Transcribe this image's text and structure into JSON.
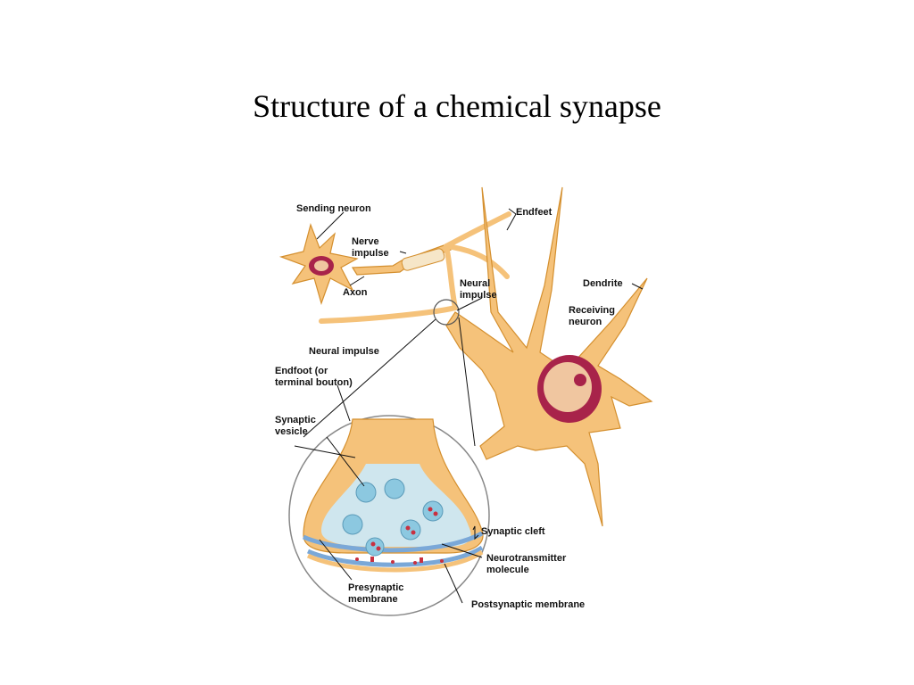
{
  "slide": {
    "title": "Structure of a chemical synapse"
  },
  "labels": {
    "sending_neuron": "Sending neuron",
    "nerve_impulse": [
      "Nerve",
      "impulse"
    ],
    "axon": "Axon",
    "neural_impulse_top": [
      "Neural",
      "impulse"
    ],
    "endfeet": "Endfeet",
    "dendrite": "Dendrite",
    "receiving_neuron": [
      "Receiving",
      "neuron"
    ],
    "neural_impulse_left": "Neural impulse",
    "endfoot": [
      "Endfoot (or",
      "terminal bouton)"
    ],
    "synaptic_vesicle": [
      "Synaptic",
      "vesicle"
    ],
    "synaptic_cleft": "Synaptic cleft",
    "neurotransmitter": [
      "Neurotransmitter",
      "molecule"
    ],
    "presynaptic": [
      "Presynaptic",
      "membrane"
    ],
    "postsynaptic": "Postsynaptic membrane"
  },
  "colors": {
    "neuron_fill": "#f5c27a",
    "neuron_stroke": "#d48f2e",
    "nucleus_fill": "#a8234a",
    "nucleus_inner": "#f0c6a0",
    "vesicle_fill": "#8cc8e0",
    "membrane_blue": "#7aa8d8",
    "transmitter_red": "#c83040",
    "bouton_inner": "#cfe6ee"
  }
}
